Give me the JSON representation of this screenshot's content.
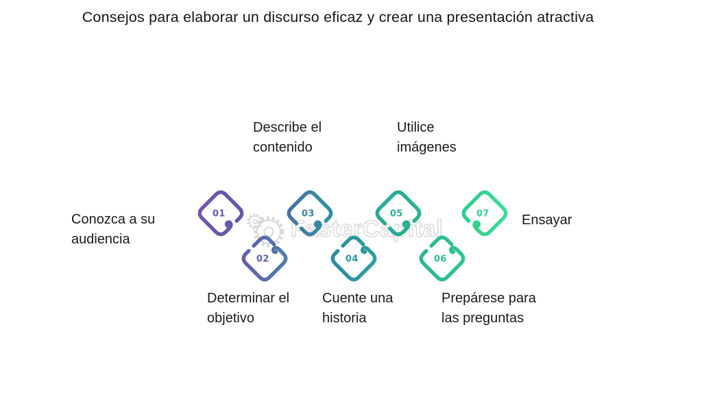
{
  "title": "Consejos para elaborar un discurso eficaz y crear una presentación atractiva",
  "watermark": {
    "text": "FasterCapital",
    "color": "#cfcfcf"
  },
  "steps": [
    {
      "num": "01",
      "label": "Conozca a su audiencia",
      "l1": "Conozca a su",
      "l2": "audiencia",
      "color_from": "#6f57ac",
      "color_to": "#6157a7",
      "num_color": "#6857a9"
    },
    {
      "num": "02",
      "label": "Determinar el objetivo",
      "l1": "Determinar el",
      "l2": "objetivo",
      "color_from": "#665ea9",
      "color_to": "#4d7dad",
      "num_color": "#5b64a9"
    },
    {
      "num": "03",
      "label": "Describe el contenido",
      "l1": "Describe el",
      "l2": "contenido",
      "color_from": "#4a70a3",
      "color_to": "#2f92a2",
      "num_color": "#3c80a4"
    },
    {
      "num": "04",
      "label": "Cuente una historia",
      "l1": "Cuente una",
      "l2": "historia",
      "color_from": "#2f8aa2",
      "color_to": "#2aa09d",
      "num_color": "#2d95a2"
    },
    {
      "num": "05",
      "label": "Utilice imágenes",
      "l1": "Utilice",
      "l2": "imágenes",
      "color_from": "#28a795",
      "color_to": "#2ab28e",
      "num_color": "#29ad92"
    },
    {
      "num": "06",
      "label": "Prepárese para las preguntas",
      "l1": "Prepárese para",
      "l2": "las preguntas",
      "color_from": "#2bb791",
      "color_to": "#2fc48f",
      "num_color": "#2cbd90"
    },
    {
      "num": "07",
      "label": "Ensayar",
      "l1": "Ensayar",
      "l2": "",
      "color_from": "#30cb8e",
      "color_to": "#3edb9b",
      "num_color": "#34d092"
    }
  ]
}
